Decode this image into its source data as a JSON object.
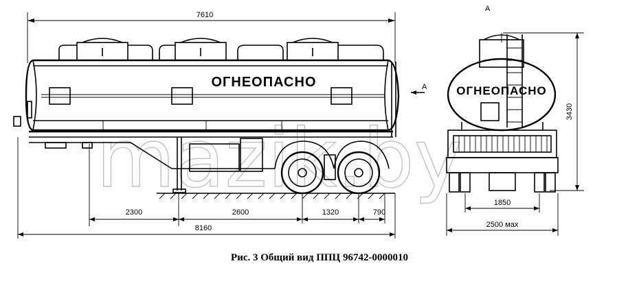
{
  "caption": "Рис. 3 Общий вид ППЦ 96742-0000010",
  "warning_label": "ОГНЕОПАСНО",
  "view_marker": "А",
  "watermark": "mazik.by",
  "dimensions": {
    "overall_length": "7610",
    "kingpin_to_axle": "2300",
    "to_first_axle": "2600",
    "axle_spacing": "1320",
    "rear_overhang": "790",
    "frame_length": "8160",
    "height": "3430",
    "track": "1850",
    "width": "2500 мах"
  }
}
